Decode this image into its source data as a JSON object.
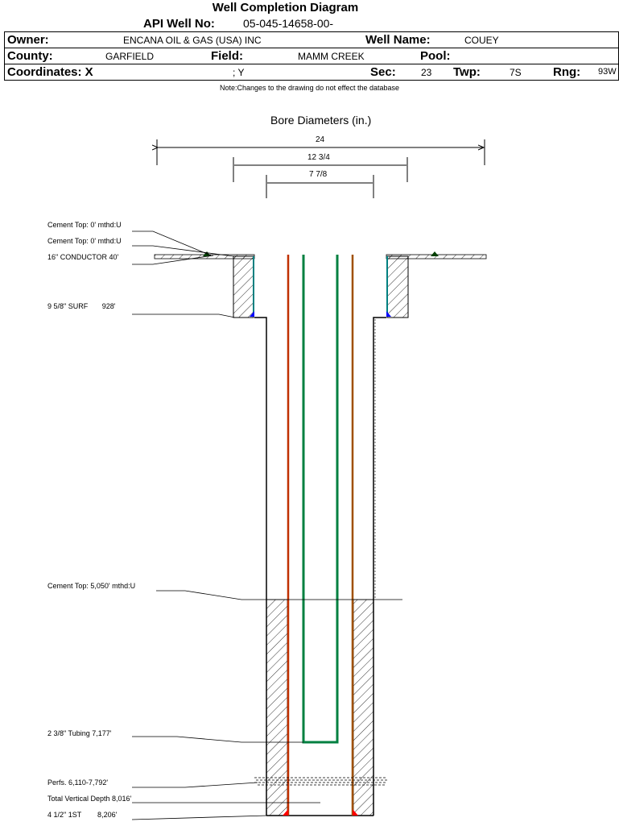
{
  "header": {
    "title": "Well Completion Diagram",
    "api_label": "API Well No:",
    "api_value": "05-045-14658-00-",
    "owner_label": "Owner:",
    "owner_value": "ENCANA OIL & GAS (USA) INC",
    "well_name_label": "Well Name:",
    "well_name_value": "COUEY",
    "county_label": "County:",
    "county_value": "GARFIELD",
    "field_label": "Field:",
    "field_value": "MAMM CREEK",
    "pool_label": "Pool:",
    "pool_value": "",
    "coords_label": "Coordinates: X",
    "coords_y": "; Y",
    "sec_label": "Sec:",
    "sec_value": "23",
    "twp_label": "Twp:",
    "twp_value": "7S",
    "rng_label": "Rng:",
    "rng_value": "93W"
  },
  "note": "Note:Changes to the drawing do not effect the database",
  "bore_diameters": {
    "title": "Bore Diameters (in.)",
    "values": [
      "24",
      "12 3/4",
      "7 7/8"
    ]
  },
  "annotations": [
    {
      "id": "cement-top-1",
      "text": "Cement Top: 0' mthd:U"
    },
    {
      "id": "cement-top-2",
      "text": "Cement Top: 0' mthd:U"
    },
    {
      "id": "conductor",
      "text": "16\" CONDUCTOR  40'"
    },
    {
      "id": "surface-casing",
      "text": "9 5/8\" SURF       928'"
    },
    {
      "id": "cement-top-3",
      "text": "Cement Top: 5,050' mthd:U"
    },
    {
      "id": "tubing",
      "text": "2 3/8\" Tubing 7,177'"
    },
    {
      "id": "perfs",
      "text": "Perfs. 6,110-7,792'"
    },
    {
      "id": "tvd",
      "text": "Total Vertical Depth 8,016'"
    },
    {
      "id": "production-casing",
      "text": "4 1/2\" 1ST        8,206'"
    }
  ],
  "colors": {
    "tubing": "#008040",
    "production_casing": "#c03000",
    "production_casing_right": "#a05000",
    "surface_casing": "#008080",
    "shoe_blue": "#0000ff",
    "shoe_red": "#ff0000",
    "cement_marker": "#004000"
  }
}
